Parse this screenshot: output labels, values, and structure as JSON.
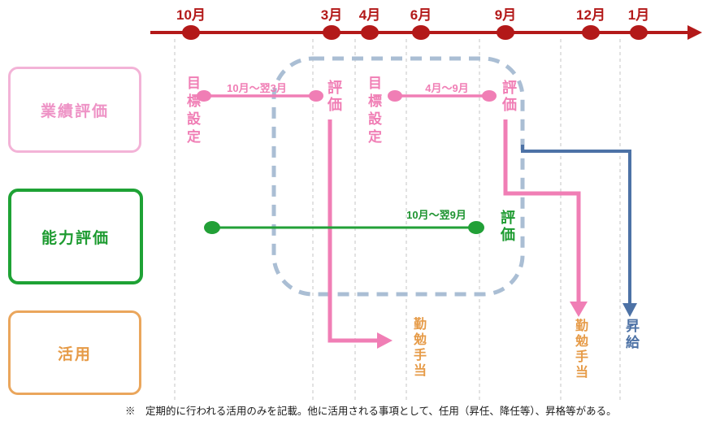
{
  "palette": {
    "timeline_red": "#b31919",
    "pink": "#f07eb5",
    "light_pink_border": "#f3b3d7",
    "green": "#1ea235",
    "orange": "#e69b48",
    "blue": "#4d72a6",
    "dashed_scope_box": "#aabed4",
    "gridline": "#cfcfcf"
  },
  "timeline": {
    "months": [
      "10月",
      "3月",
      "4月",
      "6月",
      "9月",
      "12月",
      "1月"
    ]
  },
  "row_labels": {
    "performance": "業績評価",
    "ability": "能力評価",
    "utilization": "活用"
  },
  "performance_row": {
    "cycle1": {
      "goal_setting": "目標設定",
      "period": "10月～翌3月",
      "evaluation": "評価"
    },
    "cycle2": {
      "goal_setting": "目標設定",
      "period": "4月～9月",
      "evaluation": "評価"
    }
  },
  "ability_row": {
    "period": "10月～翌9月",
    "evaluation": "評価"
  },
  "utilization_row": {
    "diligence_allowance_1": "勤勉手当",
    "diligence_allowance_2": "勤勉手当",
    "pay_raise": "昇給"
  },
  "footnote": "※　定期的に行われる活用のみを記載。他に活用される事項として、任用（昇任、降任等）、昇格等がある。"
}
